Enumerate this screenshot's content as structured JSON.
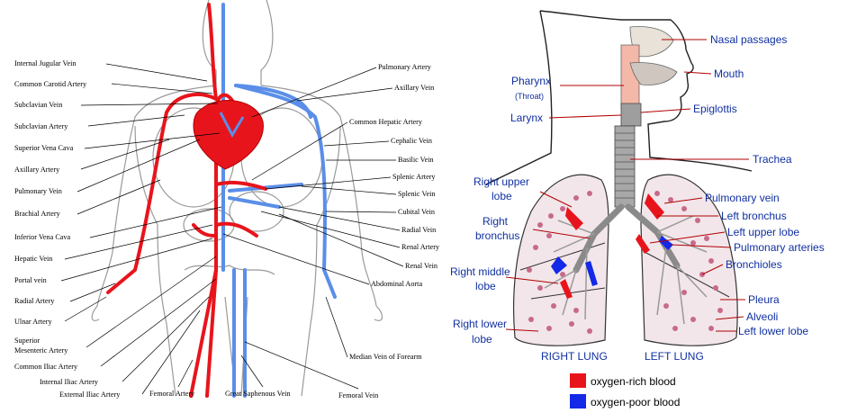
{
  "circulatory": {
    "left_labels": [
      "Internal Jugular Vein",
      "Common Carotid Artery",
      "Subclavian Vein",
      "Subclavian Artery",
      "Superior Vena Cava",
      "Axillary Artery",
      "Pulmonary Vein",
      "Brachial Artery",
      "Inferior Vena Cava",
      "Hepatic Vein",
      "Portal vein",
      "Radial Artery",
      "Ulnar Artery",
      "Superior",
      "Mesenteric Artery",
      "Common Iliac Artery",
      "Internal Iliac Artery",
      "External Iliac Artery"
    ],
    "right_labels": [
      "Pulmonary Artery",
      "Axillary Vein",
      "Common Hepatic Artery",
      "Cephalic Vein",
      "Basilic Vein",
      "Splenic Artery",
      "Splenic Vein",
      "Cubital Vein",
      "Radial Vein",
      "Renal Artery",
      "Renal Vein",
      "Abdominal Aorta",
      "Median Vein of Forearm"
    ],
    "bottom_labels": [
      "Femoral Artery",
      "Great Saphenous Vein",
      "Femoral Vein"
    ],
    "colors": {
      "artery": "#e8141c",
      "vein": "#5a8ee8",
      "outline": "#9a9a9a"
    }
  },
  "respiratory": {
    "labels_right": [
      "Nasal passages",
      "Mouth",
      "Epiglottis",
      "Trachea",
      "Pulmonary vein",
      "Left bronchus",
      "Left upper lobe",
      "Pulmonary arteries",
      "Bronchioles",
      "Pleura",
      "Alveoli",
      "Left lower lobe"
    ],
    "labels_left": [
      "Pharynx",
      "(Throat)",
      "Larynx",
      "Right upper",
      "lobe",
      "Right",
      "bronchus",
      "Right middle",
      "lobe",
      "Right lower",
      "lobe"
    ],
    "lung_names": [
      "RIGHT LUNG",
      "LEFT LUNG"
    ],
    "legend": [
      {
        "label": "oxygen-rich blood",
        "color": "#e8141c"
      },
      {
        "label": "oxygen-poor blood",
        "color": "#1428e8"
      }
    ]
  }
}
